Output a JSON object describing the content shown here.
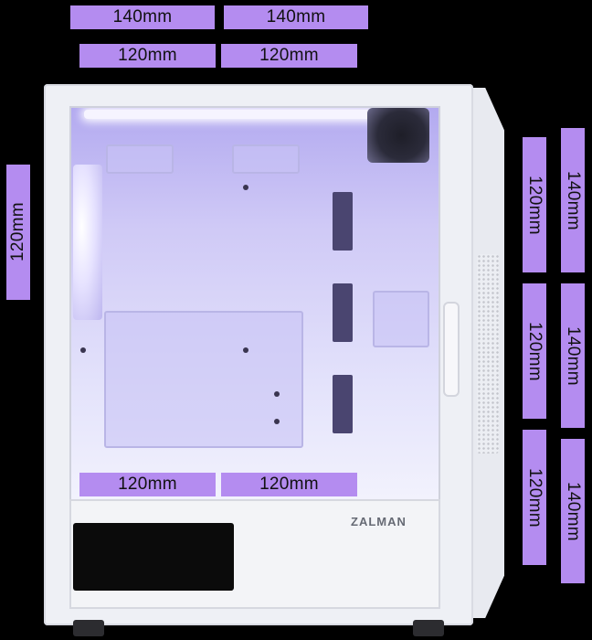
{
  "brand": "ZALMAN",
  "colors": {
    "label_bg": "#b48cf0",
    "case": "#eef0f5",
    "window_light": "#b3aaf0"
  },
  "labels": {
    "top_140_left": "140mm",
    "top_140_right": "140mm",
    "top_120_left": "120mm",
    "top_120_right": "120mm",
    "rear_120": "120mm",
    "bottom_120_left": "120mm",
    "bottom_120_right": "120mm",
    "front_120_top": "120mm",
    "front_120_mid": "120mm",
    "front_120_bottom": "120mm",
    "front_140_top": "140mm",
    "front_140_mid": "140mm",
    "front_140_bottom": "140mm"
  }
}
